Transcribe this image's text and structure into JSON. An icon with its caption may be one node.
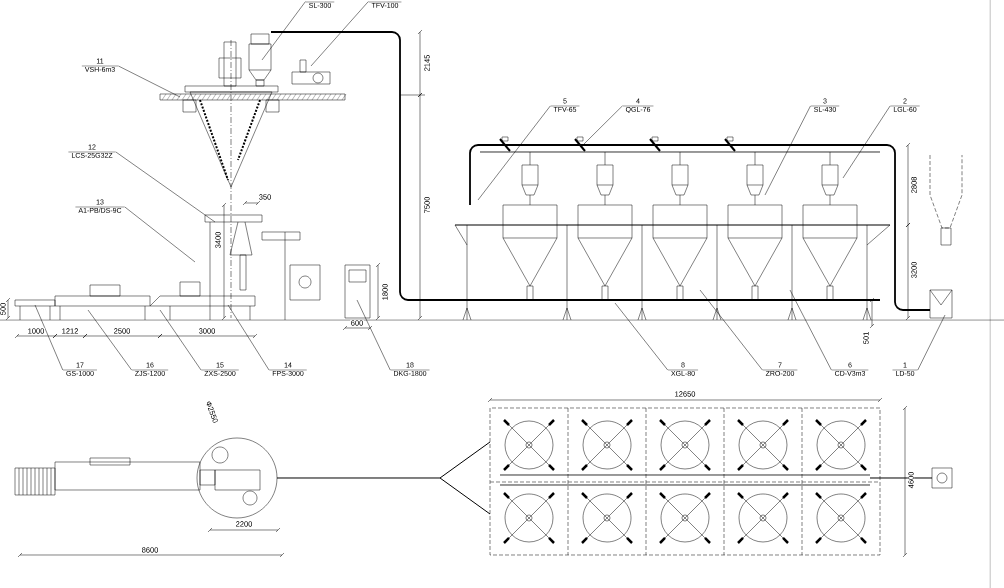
{
  "diagram": {
    "nodes": [
      {
        "text": [
          "SL-300"
        ]
      },
      {
        "text": [
          "TFV-100"
        ]
      },
      {
        "text": [
          "11",
          "VSH-6m3"
        ]
      },
      {
        "text": [
          "5",
          "TFV-65"
        ]
      },
      {
        "text": [
          "4",
          "QGL-76"
        ]
      },
      {
        "text": [
          "3",
          "SL-430"
        ]
      },
      {
        "text": [
          "2",
          "LGL-60"
        ]
      },
      {
        "text": [
          "12",
          "LCS-25G32Z"
        ]
      },
      {
        "text": [
          "13",
          "A1-PB/DS-9C"
        ]
      },
      {
        "text": [
          "17",
          "GS-1000"
        ]
      },
      {
        "text": [
          "16",
          "ZJS-1200"
        ]
      },
      {
        "text": [
          "15",
          "ZXS-2500"
        ]
      },
      {
        "text": [
          "14",
          "FPS-3000"
        ]
      },
      {
        "text": [
          "18",
          "DKG-1800"
        ]
      },
      {
        "text": [
          "8",
          "XGL-80"
        ]
      },
      {
        "text": [
          "7",
          "ZRO-200"
        ]
      },
      {
        "text": [
          "6",
          "CD-V3m3"
        ]
      },
      {
        "text": [
          "1",
          "LD-50"
        ]
      }
    ],
    "edges": [
      {
        "from": 0,
        "to": null,
        "arrow": "none"
      },
      {
        "from": 1,
        "to": null,
        "arrow": "none"
      },
      {
        "from": 2,
        "to": null,
        "arrow": "none"
      },
      {
        "from": 3,
        "to": null,
        "arrow": "none"
      },
      {
        "from": 4,
        "to": null,
        "arrow": "none"
      },
      {
        "from": 5,
        "to": null,
        "arrow": "none"
      },
      {
        "from": 6,
        "to": null,
        "arrow": "none"
      },
      {
        "from": 7,
        "to": null,
        "arrow": "none"
      },
      {
        "from": 8,
        "to": null,
        "arrow": "none"
      },
      {
        "from": 9,
        "to": null,
        "arrow": "none"
      },
      {
        "from": 10,
        "to": null,
        "arrow": "none"
      },
      {
        "from": 11,
        "to": null,
        "arrow": "none"
      },
      {
        "from": 12,
        "to": null,
        "arrow": "none"
      },
      {
        "from": 13,
        "to": null,
        "arrow": "none"
      },
      {
        "from": 14,
        "to": null,
        "arrow": "none"
      },
      {
        "from": 15,
        "to": null,
        "arrow": "none"
      },
      {
        "from": 16,
        "to": null,
        "arrow": "none"
      },
      {
        "from": 17,
        "to": null,
        "arrow": "none"
      }
    ],
    "labels": [
      "2145",
      "2808",
      "7500",
      "350",
      "3400",
      "3200",
      "1800",
      "500",
      "600",
      "1000",
      "1212",
      "2500",
      "3000",
      "501",
      "12650",
      "Φ2550",
      "4600",
      "2200",
      "8600"
    ]
  }
}
